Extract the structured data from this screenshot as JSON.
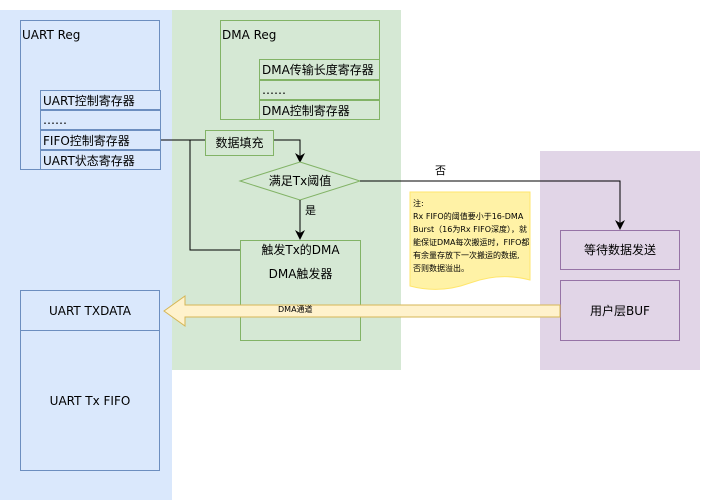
{
  "uart_zone": {
    "title": "UART Reg",
    "regs": [
      "UART控制寄存器",
      "……",
      "FIFO控制寄存器",
      "UART状态寄存器"
    ],
    "txdata": "UART TXDATA",
    "txfifo": "UART Tx FIFO"
  },
  "dma_zone": {
    "title": "DMA Reg",
    "regs": [
      "DMA传输长度寄存器",
      "……",
      "DMA控制寄存器"
    ],
    "fill": "数据填充",
    "decision": "满足Tx阈值",
    "yes": "是",
    "no": "否",
    "trigger_title": "触发Tx的DMA",
    "trigger_body": "DMA触发器",
    "channel": "DMA通道"
  },
  "user_zone": {
    "wait": "等待数据发送",
    "buf": "用户层BUF"
  },
  "note": {
    "lines": [
      "注:",
      "Rx FIFO的阈值要小于16-DMA",
      "Burst（16为Rx FIFO深度），就",
      "能保证DMA每次搬运时，FIFO都",
      "有余量存放下一次搬运的数据,",
      "否则数据溢出。"
    ]
  },
  "colors": {
    "blue_fill": "#dae8fc",
    "blue_stroke": "#6c8ebf",
    "green_fill": "#d5e8d4",
    "green_stroke": "#82b366",
    "purple_fill": "#e1d5e7",
    "purple_stroke": "#9673a6",
    "note_fill": "#fff2a6",
    "arrow_fill": "#fff2cc",
    "arrow_stroke": "#d6b656"
  }
}
